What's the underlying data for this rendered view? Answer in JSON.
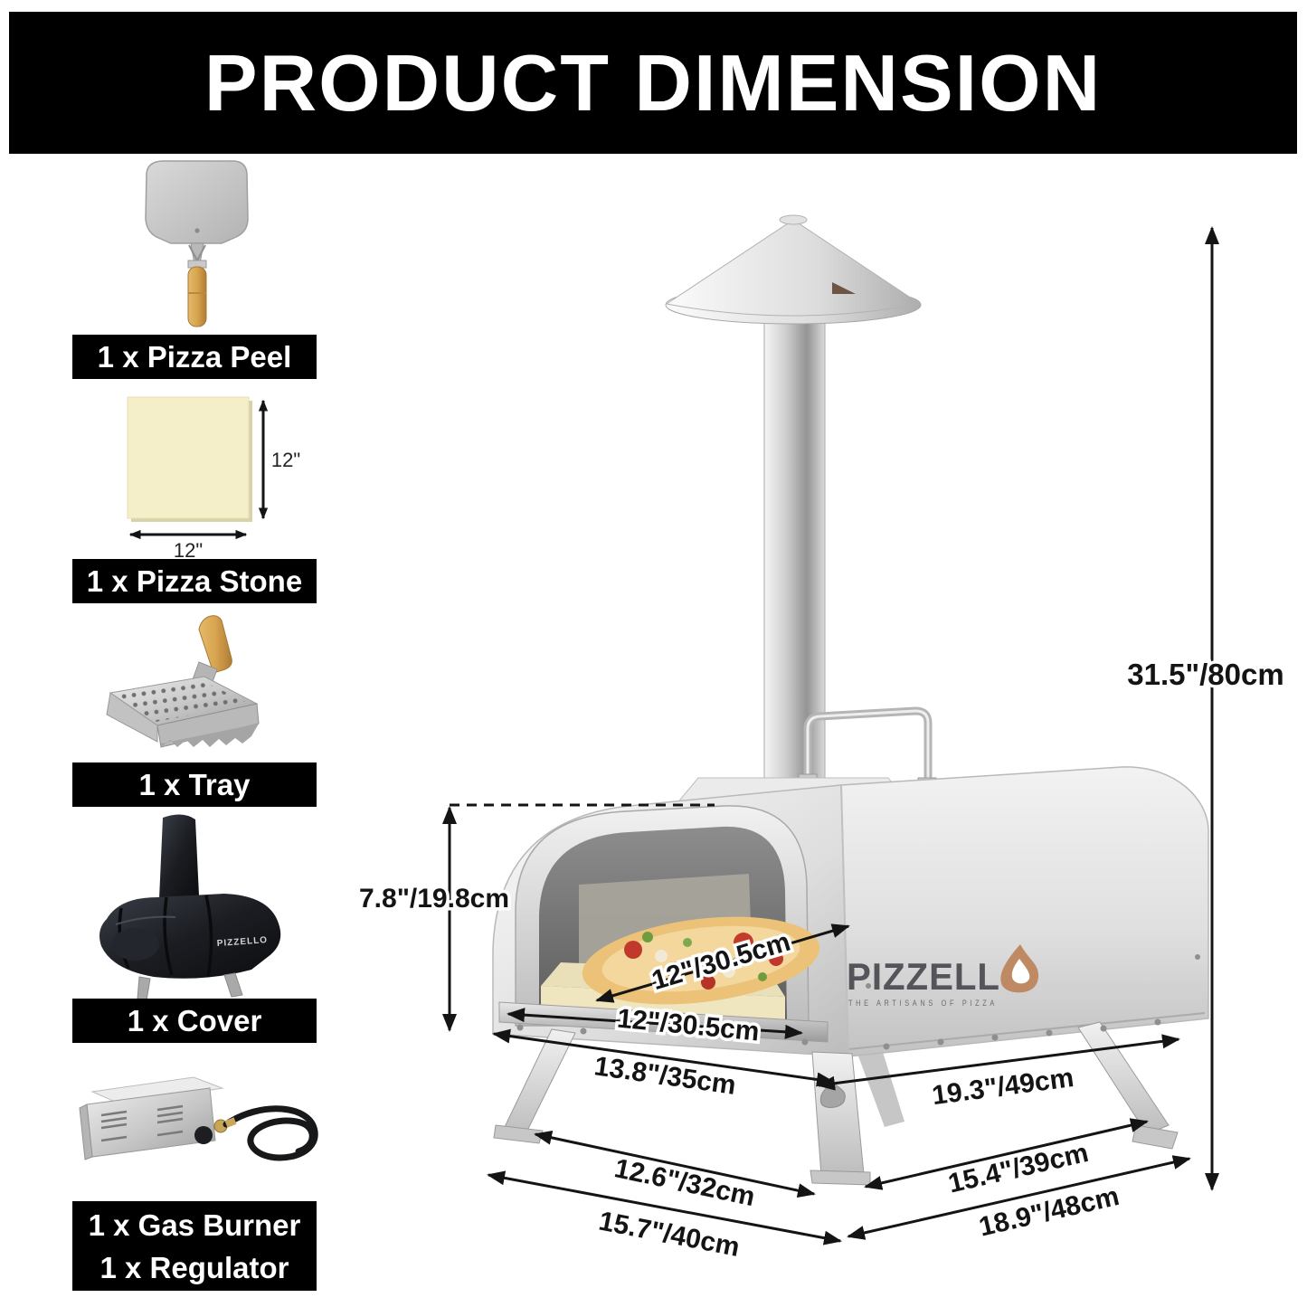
{
  "header": {
    "title": "PRODUCT DIMENSION"
  },
  "sidebar": {
    "items": [
      {
        "id": "pizza-peel",
        "label": "1 x Pizza Peel"
      },
      {
        "id": "pizza-stone",
        "label": "1 x Pizza Stone",
        "height_label": "12\"",
        "width_label": "12\""
      },
      {
        "id": "tray",
        "label": "1 x Tray"
      },
      {
        "id": "cover",
        "label": "1 x Cover",
        "logo": "PIZZELLO"
      },
      {
        "id": "gas-burner",
        "label": "1 x Gas Burner",
        "label2": "1 x Regulator"
      }
    ]
  },
  "oven": {
    "brand": "PIZZELL",
    "tagline": "THE ARTISANS OF PIZZA"
  },
  "dimensions": {
    "total_height": "31.5\"/80cm",
    "opening_height": "7.8\"/19.8cm",
    "stone_size": "12\"/30.5cm",
    "opening_width": "12\"/30.5cm",
    "base_depth_left": "13.8\"/35cm",
    "base_depth_right": "19.3\"/49cm",
    "feet_span_left_inner": "12.6\"/32cm",
    "feet_span_left_outer": "15.7\"/40cm",
    "feet_span_right_inner": "15.4\"/39cm",
    "feet_span_right_outer": "18.9\"/48cm"
  },
  "colors": {
    "label_bg": "#000000",
    "label_fg": "#ffffff",
    "flame_accent": "#bf8a63"
  }
}
